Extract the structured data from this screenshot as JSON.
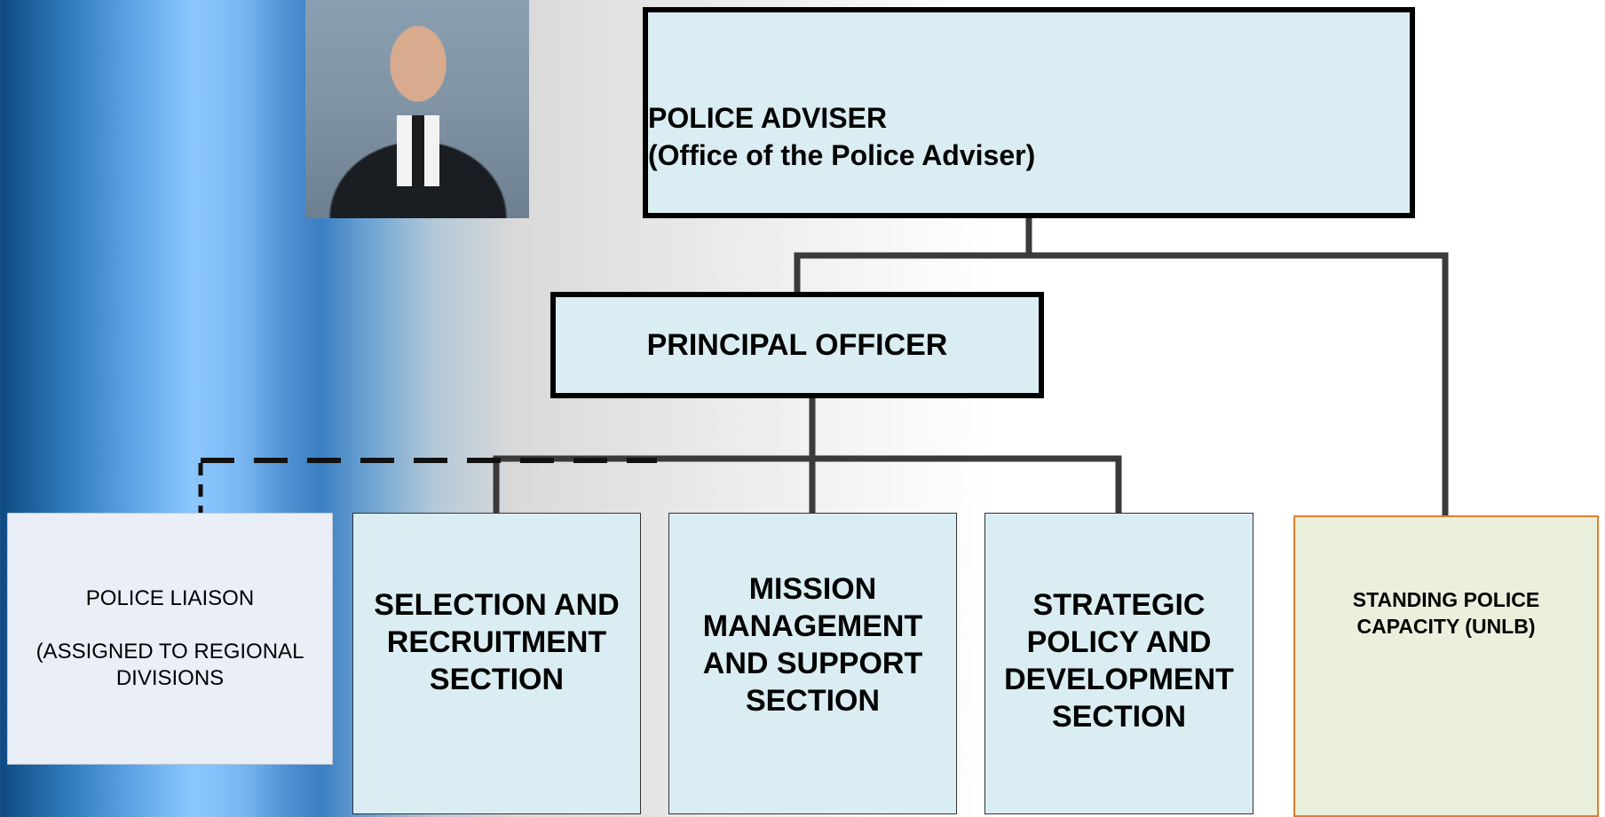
{
  "chart": {
    "nodes": {
      "police_adviser": {
        "title": "POLICE ADVISER",
        "subtitle": "(Office of the Police Adviser)"
      },
      "principal_officer": {
        "label": "PRINCIPAL OFFICER"
      },
      "police_liaison": {
        "label": "POLICE LIAISON\n\n(ASSIGNED TO REGIONAL\n DIVISIONS"
      },
      "selection": {
        "label": "SELECTION AND\nRECRUITMENT\nSECTION"
      },
      "mission": {
        "label": "MISSION\nMANAGEMENT\nAND SUPPORT\nSECTION"
      },
      "strategic": {
        "label": "STRATEGIC\nPOLICY AND\nDEVELOPMENT\nSECTION"
      },
      "standing": {
        "label": "STANDING POLICE\nCAPACITY (UNLB)"
      }
    },
    "colors": {
      "box_fill": "#daedf3",
      "liaison_fill": "#e9eef7",
      "standing_fill": "#ebf0dd",
      "standing_border": "#e67c2c",
      "connector": "#3a3a3a"
    }
  }
}
